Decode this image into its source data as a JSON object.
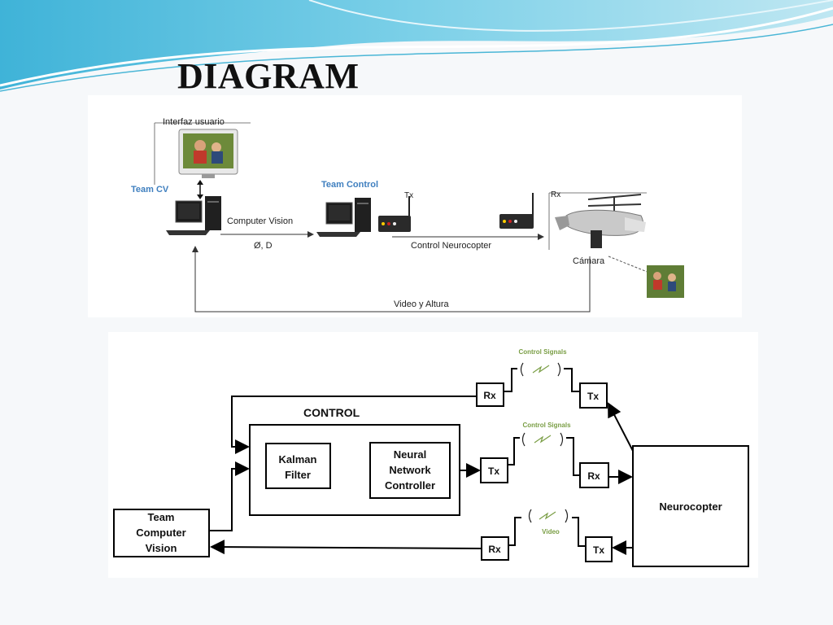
{
  "slide": {
    "title": "DIAGRAM"
  },
  "top_diagram": {
    "labels": {
      "user_interface": "Interfaz usuario",
      "team_cv": "Team CV",
      "computer_vision": "Computer Vision",
      "params": "Ø, D",
      "team_control": "Team Control",
      "tx": "Tx",
      "control_neurocopter": "Control Neurocopter",
      "rx": "Rx",
      "camera": "Cámara",
      "video_altitude": "Video y Altura"
    },
    "colors": {
      "team_label": "#3f7fbf",
      "line": "#333333"
    }
  },
  "bottom_diagram": {
    "control_title": "CONTROL",
    "kalman": [
      "Kalman",
      "Filter"
    ],
    "neural": [
      "Neural",
      "Network",
      "Controller"
    ],
    "team_cv": [
      "Team",
      "Computer",
      "Vision"
    ],
    "neurocopter": "Neurocopter",
    "rx": "Rx",
    "tx": "Tx",
    "signal_top": "Control Signals",
    "signal_mid": "Control Signals",
    "signal_video": "Video",
    "colors": {
      "signal_label": "#7a9e45",
      "box": "#000000"
    }
  }
}
